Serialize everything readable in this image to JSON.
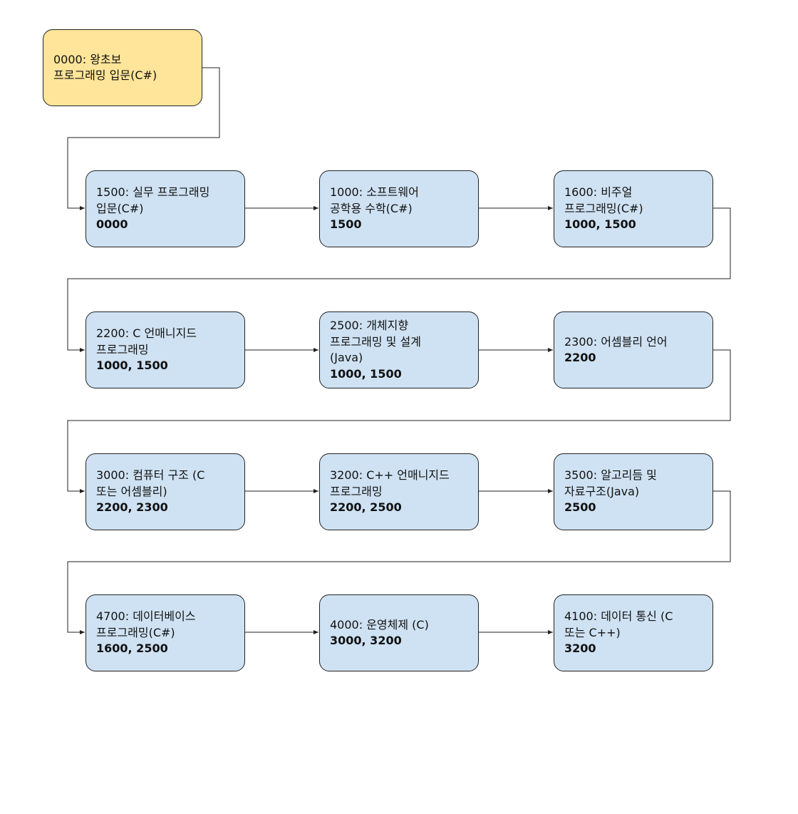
{
  "colors": {
    "start_fill": "#ffe599",
    "course_fill": "#cfe2f3",
    "stroke": "#222222"
  },
  "nodes": [
    {
      "title": "0000: 왕초보\n프로그래밍 입문(C#)",
      "prereq": ""
    },
    {
      "title": "1500: 실무 프로그래밍\n입문(C#)",
      "prereq": "0000"
    },
    {
      "title": "1000: 소프트웨어\n공학용 수학(C#)",
      "prereq": "1500"
    },
    {
      "title": "1600: 비주얼\n프로그래밍(C#)",
      "prereq": "1000, 1500"
    },
    {
      "title": "2200: C 언매니지드\n프로그래밍",
      "prereq": "1000, 1500"
    },
    {
      "title": "2500: 개체지향\n프로그래밍 및 설계\n(Java)",
      "prereq": "1000, 1500"
    },
    {
      "title": "2300: 어셈블리 언어",
      "prereq": "2200"
    },
    {
      "title": "3000: 컴퓨터 구조 (C\n또는 어셈블리)",
      "prereq": "2200, 2300"
    },
    {
      "title": "3200: C++ 언매니지드\n프로그래밍",
      "prereq": "2200, 2500"
    },
    {
      "title": "3500: 알고리듬 및\n자료구조(Java)",
      "prereq": "2500"
    },
    {
      "title": "4700: 데이터베이스\n프로그래밍(C#)",
      "prereq": "1600, 2500"
    },
    {
      "title": "4000: 운영체제 (C)",
      "prereq": "3000, 3200"
    },
    {
      "title": "4100: 데이터 통신 (C\n또는 C++)",
      "prereq": "3200"
    }
  ]
}
